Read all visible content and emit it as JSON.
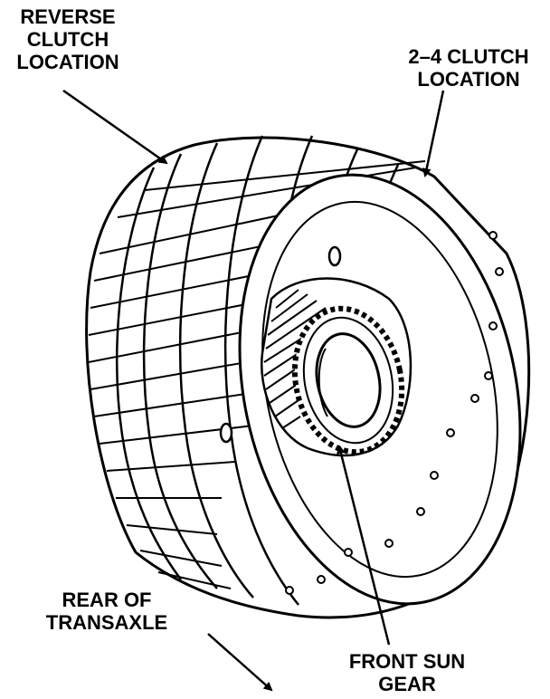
{
  "labels": {
    "reverse_clutch": [
      "REVERSE",
      "CLUTCH",
      "LOCATION"
    ],
    "two_four_clutch": [
      "2–4 CLUTCH",
      "LOCATION"
    ],
    "rear_of_transaxle": [
      "REAR OF",
      "TRANSAXLE"
    ],
    "front_sun_gear": [
      "FRONT SUN",
      "GEAR"
    ]
  },
  "colors": {
    "ink": "#000000",
    "paper": "#ffffff"
  }
}
